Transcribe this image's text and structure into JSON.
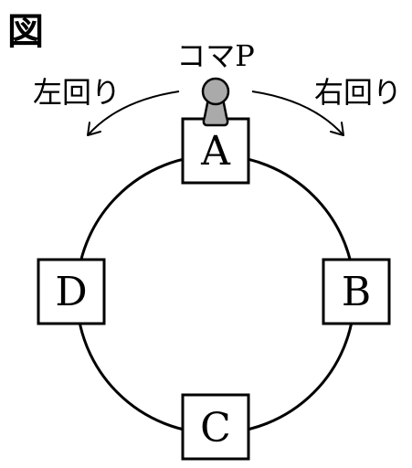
{
  "figure_label": "図",
  "piece_label": "コマP",
  "left_direction": "左回り",
  "right_direction": "右回り",
  "squares": {
    "top": "A",
    "right": "B",
    "bottom": "C",
    "left": "D"
  },
  "colors": {
    "line": "#000000",
    "piece_fill": "#aaaaaa",
    "background": "#ffffff"
  }
}
